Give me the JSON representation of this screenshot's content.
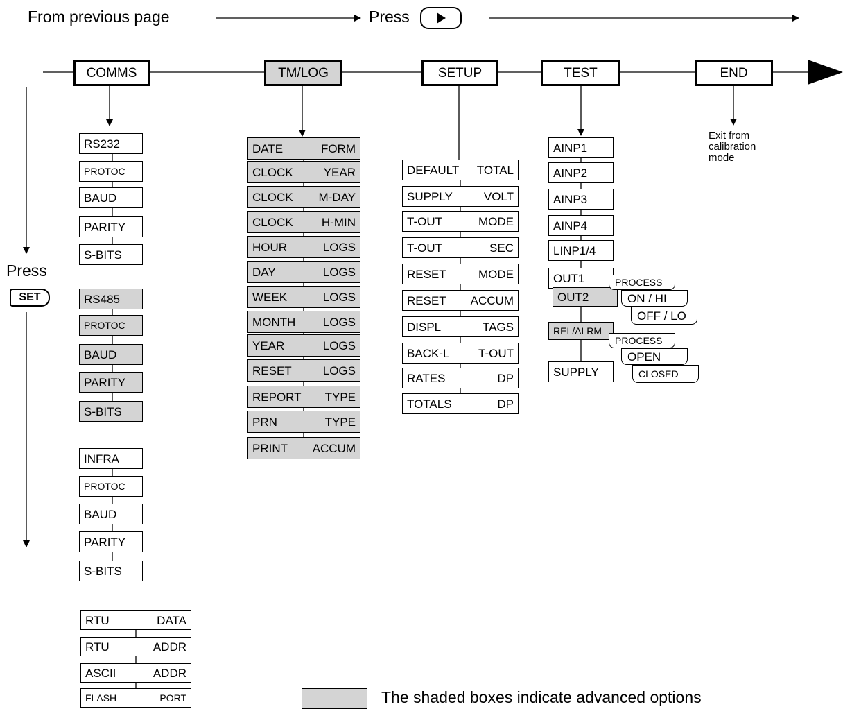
{
  "header": {
    "from_previous": "From previous page",
    "press": "Press",
    "play_key_icon": "play-icon"
  },
  "side": {
    "press": "Press",
    "set_key": "SET"
  },
  "menus": {
    "comms": "COMMS",
    "tmlog": "TM/LOG",
    "setup": "SETUP",
    "test": "TEST",
    "end": "END"
  },
  "end_note": "Exit from calibration mode",
  "comms": {
    "rs232": [
      "RS232",
      "PROTOC",
      "BAUD",
      "PARITY",
      "S-BITS"
    ],
    "rs485": [
      "RS485",
      "PROTOC",
      "BAUD",
      "PARITY",
      "S-BITS"
    ],
    "infra": [
      "INFRA",
      "PROTOC",
      "BAUD",
      "PARITY",
      "S-BITS"
    ],
    "rtu": [
      {
        "a": "RTU",
        "b": "DATA"
      },
      {
        "a": "RTU",
        "b": "ADDR"
      },
      {
        "a": "ASCII",
        "b": "ADDR"
      },
      {
        "a": "FLASH",
        "b": "PORT"
      }
    ]
  },
  "tmlog": [
    {
      "a": "DATE",
      "b": "FORM"
    },
    {
      "a": "CLOCK",
      "b": "YEAR"
    },
    {
      "a": "CLOCK",
      "b": "M-DAY"
    },
    {
      "a": "CLOCK",
      "b": "H-MIN"
    },
    {
      "a": "HOUR",
      "b": "LOGS"
    },
    {
      "a": "DAY",
      "b": "LOGS"
    },
    {
      "a": "WEEK",
      "b": "LOGS"
    },
    {
      "a": "MONTH",
      "b": "LOGS"
    },
    {
      "a": "YEAR",
      "b": "LOGS"
    },
    {
      "a": "RESET",
      "b": "LOGS"
    },
    {
      "a": "REPORT",
      "b": "TYPE"
    },
    {
      "a": "PRN",
      "b": "TYPE"
    },
    {
      "a": "PRINT",
      "b": "ACCUM"
    }
  ],
  "setup": [
    {
      "a": "DEFAULT",
      "b": "TOTAL"
    },
    {
      "a": "SUPPLY",
      "b": "VOLT"
    },
    {
      "a": "T-OUT",
      "b": "MODE"
    },
    {
      "a": "T-OUT",
      "b": "SEC"
    },
    {
      "a": "RESET",
      "b": "MODE"
    },
    {
      "a": "RESET",
      "b": "ACCUM"
    },
    {
      "a": "DISPL",
      "b": "TAGS"
    },
    {
      "a": "BACK-L",
      "b": "T-OUT"
    },
    {
      "a": "RATES",
      "b": "DP"
    },
    {
      "a": "TOTALS",
      "b": "DP"
    }
  ],
  "test": {
    "ainp": [
      "AINP1",
      "AINP2",
      "AINP3",
      "AINP4",
      "LINP1/4"
    ],
    "out1": "OUT1",
    "out2": "OUT2",
    "out_opts": [
      "PROCESS",
      "ON / HI",
      "OFF / LO"
    ],
    "relalrm": "REL/ALRM",
    "rel_opts": [
      "PROCESS",
      "OPEN",
      "CLOSED"
    ],
    "supply": "SUPPLY"
  },
  "legend": "The shaded boxes indicate advanced options",
  "colors": {
    "shaded": "#d4d4d4",
    "line": "#000000"
  }
}
